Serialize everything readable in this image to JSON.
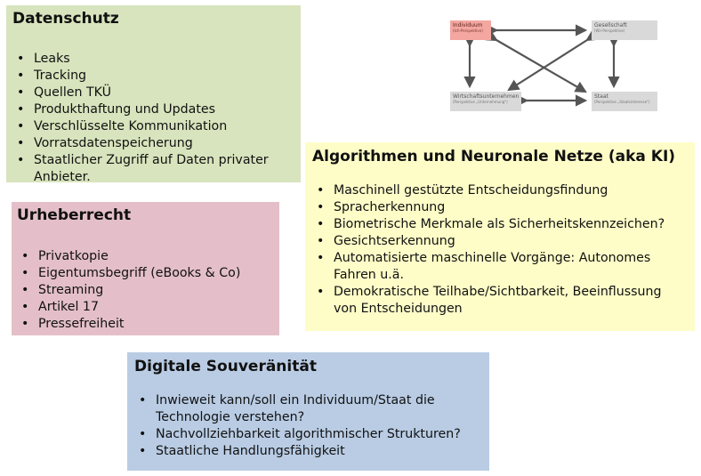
{
  "datenschutz": {
    "title": "Datenschutz",
    "items": [
      "Leaks",
      "Tracking",
      "Quellen TKÜ",
      "Produkthaftung und Updates",
      "Verschlüsselte Kommunikation",
      "Vorratsdatenspeicherung",
      "Staatlicher Zugriff auf Daten privater Anbieter."
    ]
  },
  "urheberrecht": {
    "title": "Urheberrecht",
    "items": [
      "Privatkopie",
      "Eigentumsbegriff (eBooks & Co)",
      "Streaming",
      "Artikel 17",
      "Pressefreiheit"
    ]
  },
  "ki": {
    "title": "Algorithmen und Neuronale Netze (aka KI)",
    "items": [
      "Maschinell gestützte Entscheidungsfindung",
      "Spracherkennung",
      "Biometrische Merkmale als Sicherheitskennzeichen?",
      "Gesichtserkennung",
      "Automatisierte maschinelle Vorgänge: Autonomes Fahren u.ä.",
      "Demokratische Teilhabe/Sichtbarkeit, Beeinflussung von Entscheidungen"
    ]
  },
  "souveraenitaet": {
    "title": "Digitale Souveränität",
    "items": [
      "Inwieweit kann/soll ein Individuum/Staat die Technologie verstehen?",
      "Nachvollziehbarkeit algorithmischer Strukturen?",
      "Staatliche Handlungsfähigkeit"
    ]
  },
  "diagram": {
    "individuum": {
      "title": "Individuum",
      "subtitle": "(Ich-Perspektive)"
    },
    "gesellschaft": {
      "title": "Gesellschaft",
      "subtitle": "(Wir-Perspektive)"
    },
    "wirtschaft": {
      "title": "Wirtschaftsunternehmen",
      "subtitle": "(Perspektive „Unternehmung\")"
    },
    "staat": {
      "title": "Staat",
      "subtitle": "(Perspektive „Staatsinteresse\")"
    }
  },
  "colors": {
    "green": "#d8e4bd",
    "pink": "#e4bfc9",
    "yellow": "#fefdc8",
    "blue": "#b9cce4",
    "arrow": "#555555"
  }
}
